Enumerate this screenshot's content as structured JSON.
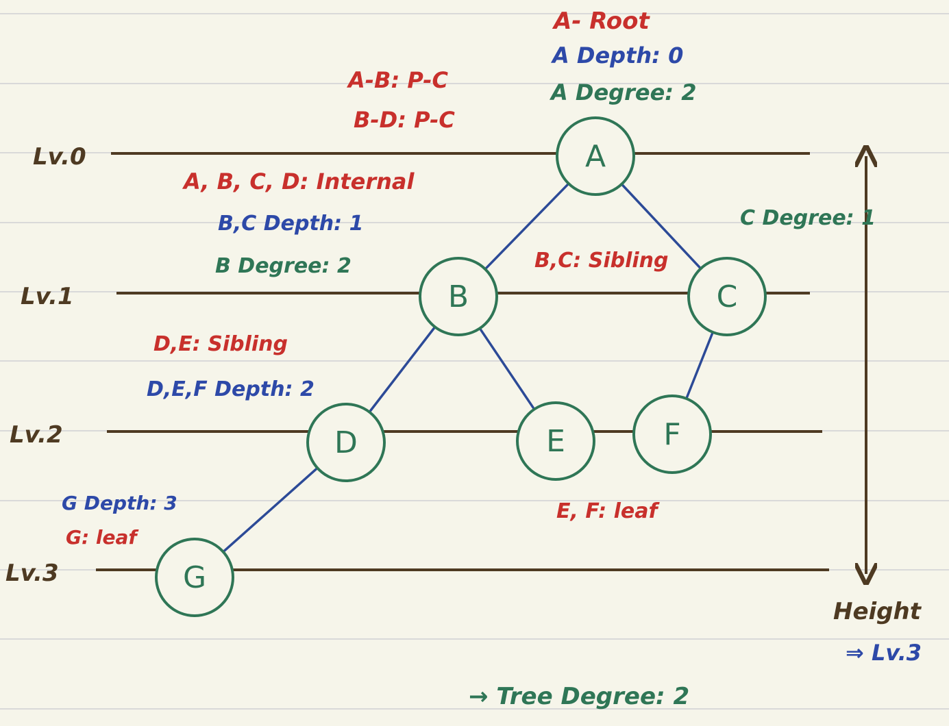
{
  "colors": {
    "background": "#f6f5ea",
    "ruled_line": "#d9d9d9",
    "level_line": "#4e3a22",
    "node_stroke": "#2f7656",
    "node_text": "#2f7656",
    "edge": "#2c4a97",
    "red": "#c8302c",
    "blue": "#2d49a8",
    "green": "#2f7656",
    "brown": "#4e3a22"
  },
  "levels": [
    "Lv.0",
    "Lv.1",
    "Lv.2",
    "Lv.3"
  ],
  "nodes": [
    {
      "id": "A",
      "label": "A"
    },
    {
      "id": "B",
      "label": "B"
    },
    {
      "id": "C",
      "label": "C"
    },
    {
      "id": "D",
      "label": "D"
    },
    {
      "id": "E",
      "label": "E"
    },
    {
      "id": "F",
      "label": "F"
    },
    {
      "id": "G",
      "label": "G"
    }
  ],
  "edges": [
    {
      "from": "A",
      "to": "B"
    },
    {
      "from": "A",
      "to": "C"
    },
    {
      "from": "B",
      "to": "D"
    },
    {
      "from": "B",
      "to": "E"
    },
    {
      "from": "C",
      "to": "F"
    },
    {
      "from": "D",
      "to": "G"
    }
  ],
  "annotations": {
    "a_root": "A- Root",
    "a_depth": "A Depth: 0",
    "a_degree": "A Degree: 2",
    "ab_pc": "A-B: P-C",
    "bd_pc": "B-D: P-C",
    "internal": "A, B, C, D: Internal",
    "bc_depth": "B,C Depth: 1",
    "b_degree": "B Degree: 2",
    "c_degree": "C Degree: 1",
    "bc_sibling": "B,C: Sibling",
    "de_sibling": "D,E: Sibling",
    "def_depth": "D,E,F Depth: 2",
    "g_depth": "G Depth: 3",
    "g_leaf": "G: leaf",
    "ef_leaf": "E, F: leaf",
    "height": "Height",
    "height_value": "⇒ Lv.3",
    "tree_degree": "→ Tree Degree: 2"
  }
}
